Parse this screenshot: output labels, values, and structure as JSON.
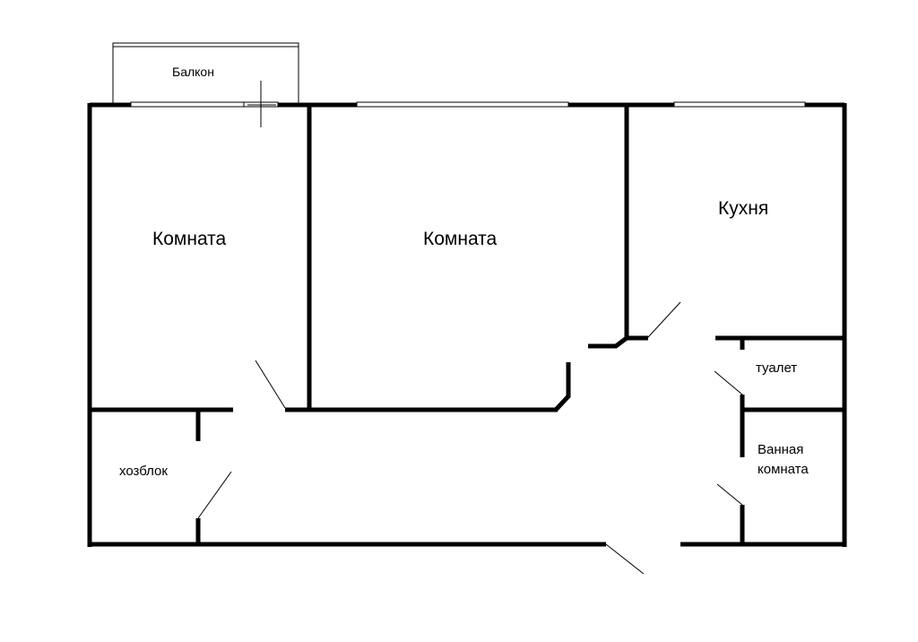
{
  "rooms": {
    "balcony": "Балкон",
    "room_left": "Комната",
    "room_center": "Комната",
    "kitchen": "Кухня",
    "toilet": "туалет",
    "bathroom_line1": "Ванная",
    "bathroom_line2": "комната",
    "storage": "хозблок"
  },
  "colors": {
    "wall": "#000000",
    "background": "#ffffff"
  }
}
